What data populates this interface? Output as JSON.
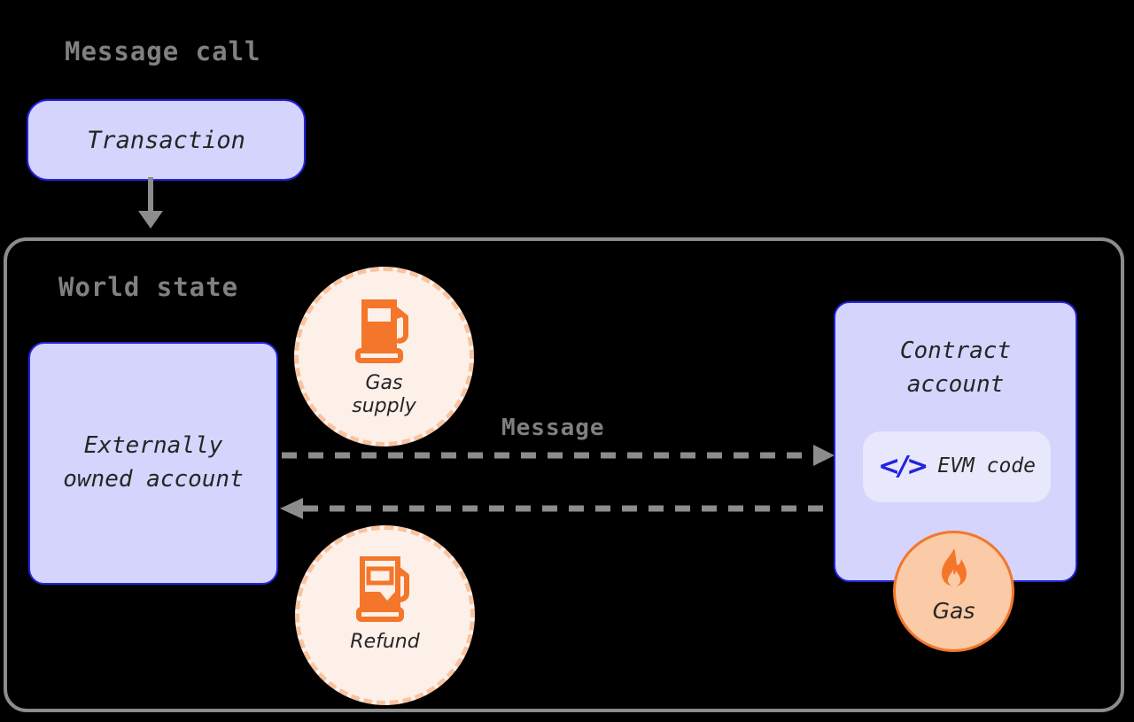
{
  "diagram": {
    "title": "Message call",
    "world_state_title": "World state",
    "message_label": "Message"
  },
  "transaction": {
    "label": "Transaction"
  },
  "eoa": {
    "line1": "Externally",
    "line2": "owned account"
  },
  "contract": {
    "line1": "Contract",
    "line2": "account",
    "evm_code_icon": "</>",
    "evm_code_label": "EVM code"
  },
  "gas_supply": {
    "line1": "Gas",
    "line2": "supply",
    "icon": "fuel-pump-full-icon"
  },
  "refund": {
    "label": "Refund",
    "icon": "fuel-pump-partial-icon"
  },
  "gas": {
    "label": "Gas",
    "icon": "flame-icon"
  },
  "colors": {
    "background": "#000000",
    "box_fill": "#d4d4fd",
    "box_border": "#2323e0",
    "badge_fill": "#e8e8fc",
    "circle_fill": "#fdf0e8",
    "circle_border": "#f9c3a0",
    "flame_circle_fill": "#fbcaa6",
    "flame_circle_border": "#f4762a",
    "orange": "#f4762a",
    "gray_text": "#808080",
    "gray_line": "#8c8c8c",
    "dark_text": "#252525"
  }
}
